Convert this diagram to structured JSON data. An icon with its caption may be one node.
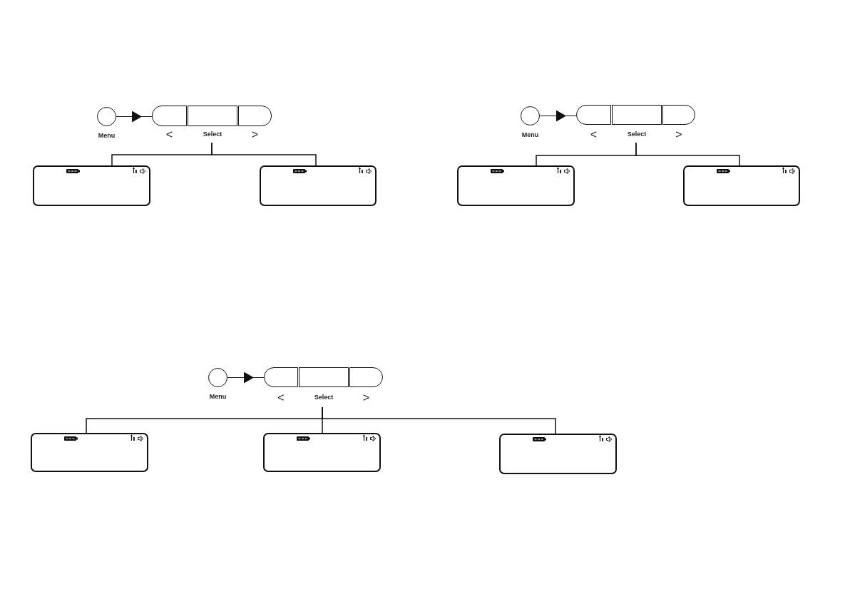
{
  "diagram": {
    "nodes": [
      {
        "text": [
          "Menu"
        ]
      },
      {
        "text": [
          "<"
        ]
      },
      {
        "text": [
          "Select"
        ]
      },
      {
        "text": [
          ">"
        ]
      },
      {
        "text": [],
        "shape": "screen"
      },
      {
        "text": [],
        "shape": "screen"
      },
      {
        "text": [
          "Menu"
        ]
      },
      {
        "text": [
          "<"
        ]
      },
      {
        "text": [
          "Select"
        ]
      },
      {
        "text": [
          ">"
        ]
      },
      {
        "text": [],
        "shape": "screen"
      },
      {
        "text": [],
        "shape": "screen"
      },
      {
        "text": [
          "Menu"
        ]
      },
      {
        "text": [
          "<"
        ]
      },
      {
        "text": [
          "Select"
        ]
      },
      {
        "text": [
          ">"
        ]
      },
      {
        "text": [],
        "shape": "screen"
      },
      {
        "text": [],
        "shape": "screen"
      },
      {
        "text": [],
        "shape": "screen"
      }
    ],
    "edges": [
      {
        "from": 0,
        "to": 1,
        "arrow": "to"
      },
      {
        "from": 2,
        "to": 4,
        "arrow": "none"
      },
      {
        "from": 2,
        "to": 5,
        "arrow": "none"
      },
      {
        "from": 6,
        "to": 7,
        "arrow": "to"
      },
      {
        "from": 8,
        "to": 10,
        "arrow": "none"
      },
      {
        "from": 8,
        "to": 11,
        "arrow": "none"
      },
      {
        "from": 12,
        "to": 13,
        "arrow": "to"
      },
      {
        "from": 14,
        "to": 16,
        "arrow": "none"
      },
      {
        "from": 14,
        "to": 17,
        "arrow": "none"
      },
      {
        "from": 14,
        "to": 18,
        "arrow": "none"
      }
    ]
  }
}
